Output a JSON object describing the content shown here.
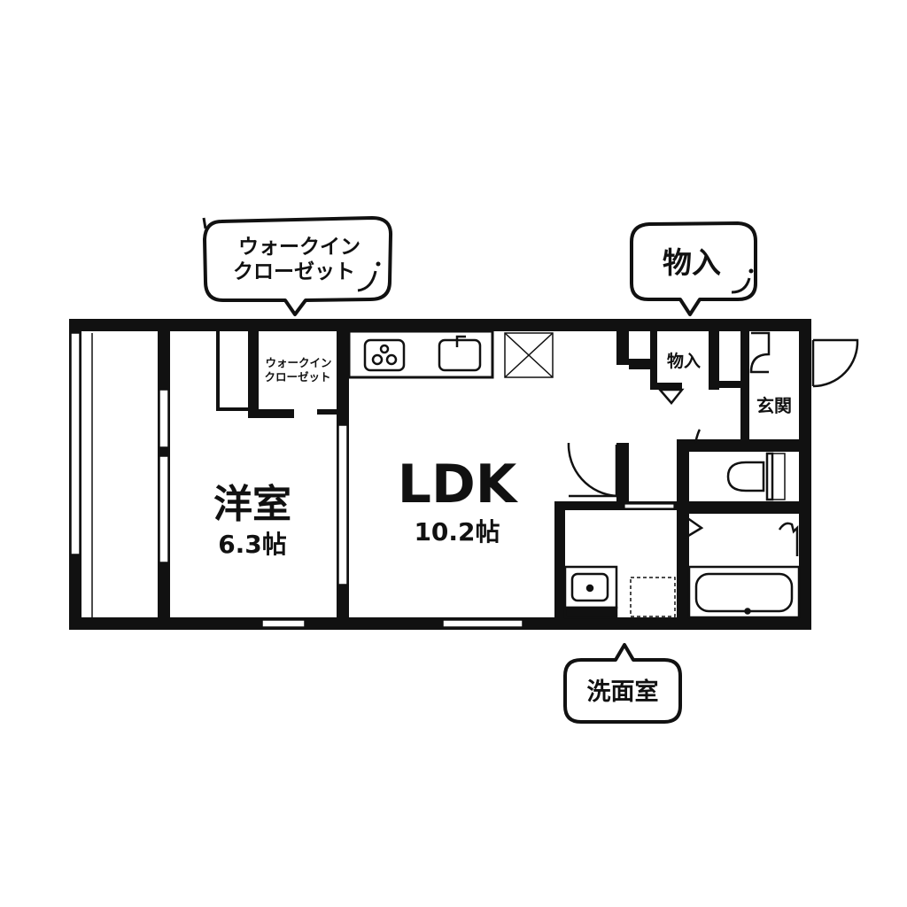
{
  "colors": {
    "wall": "#111111",
    "paper": "#ffffff",
    "fixture": "#222222"
  },
  "rooms": {
    "western": {
      "name": "洋室",
      "size": "6.3帖"
    },
    "wic_small": {
      "line1": "ウォークイン",
      "line2": "クローゼット"
    },
    "ldk": {
      "name": "LDK",
      "size": "10.2帖"
    },
    "storage_small": {
      "name": "物入"
    },
    "entrance": {
      "name": "玄関"
    }
  },
  "callouts": {
    "wic": {
      "line1": "ウォークイン",
      "line2": "クローゼット"
    },
    "storage": {
      "text": "物入"
    },
    "washroom": {
      "text": "洗面室"
    }
  },
  "icons": [
    "stove-icon",
    "sink-icon",
    "fridge-icon",
    "toilet-icon",
    "bathtub-icon",
    "washbasin-icon",
    "washer-icon"
  ]
}
